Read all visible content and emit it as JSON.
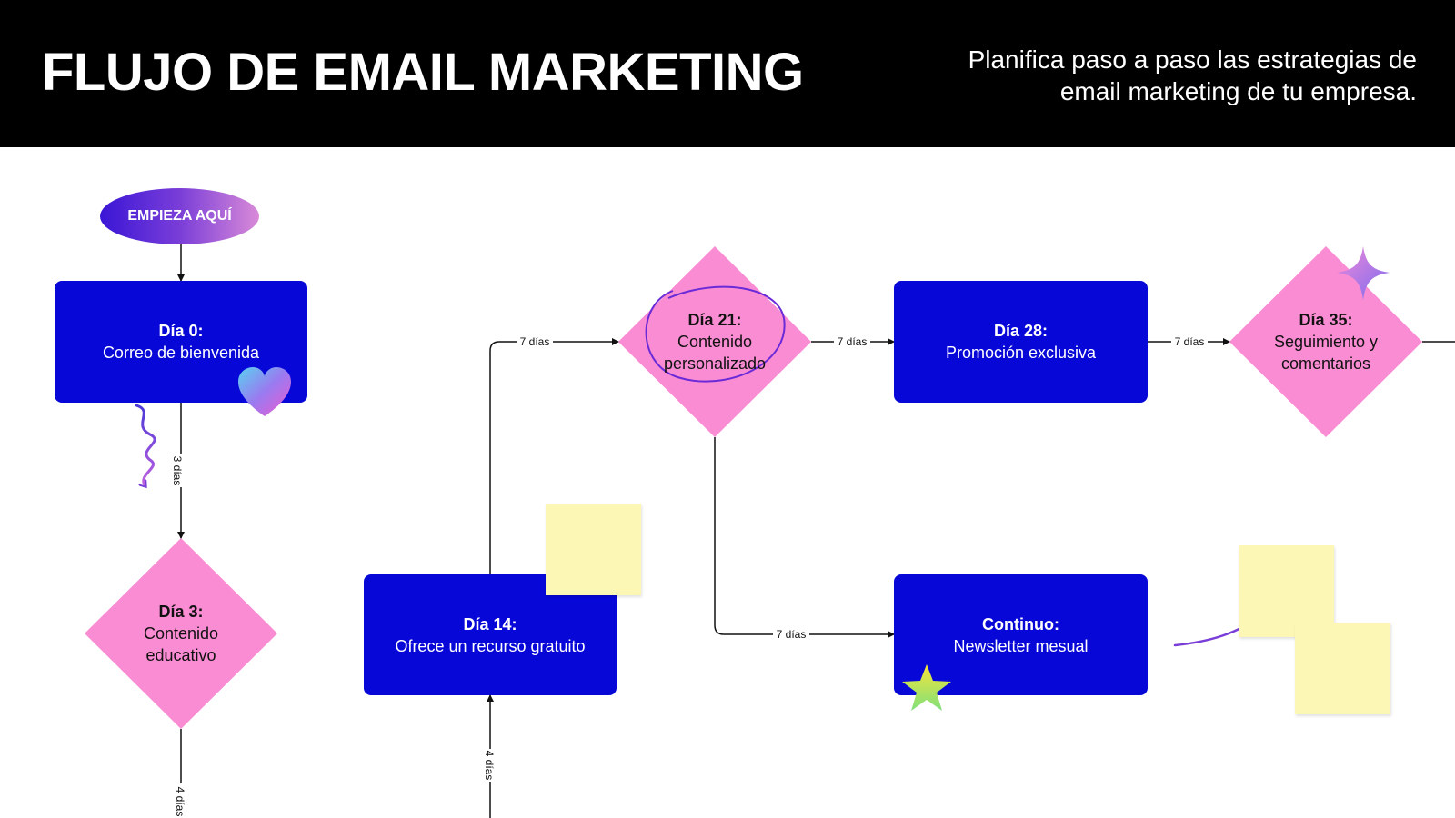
{
  "header": {
    "title": "FLUJO DE EMAIL MARKETING",
    "subtitle_line1": "Planifica paso a paso las estrategias de",
    "subtitle_line2": "email marketing de tu empresa."
  },
  "start": {
    "label": "EMPIEZA AQUÍ"
  },
  "nodes": {
    "day0": {
      "head": "Día 0:",
      "body": "Correo de bienvenida"
    },
    "day3": {
      "head": "Día 3:",
      "body1": "Contenido",
      "body2": "educativo"
    },
    "day14": {
      "head": "Día 14:",
      "body": "Ofrece un recurso gratuito"
    },
    "day21": {
      "head": "Día 21:",
      "body1": "Contenido",
      "body2": "personalizado"
    },
    "day28": {
      "head": "Día 28:",
      "body": "Promoción exclusiva"
    },
    "day35": {
      "head": "Día 35:",
      "body1": "Seguimiento y",
      "body2": "comentarios"
    },
    "continuo": {
      "head": "Continuo:",
      "body": "Newsletter mesual"
    }
  },
  "edges": {
    "d0_d3": "3 días",
    "d3_down": "4 días",
    "up_d14": "4 días",
    "d14_d21": "7 días",
    "d21_d28": "7 días",
    "d28_d35": "7 días",
    "d21_continuo": "7 días"
  },
  "colors": {
    "header_bg": "#000000",
    "process_blue": "#0707d8",
    "decision_pink": "#f98cd3",
    "sticky_yellow": "#fdf7b5"
  }
}
